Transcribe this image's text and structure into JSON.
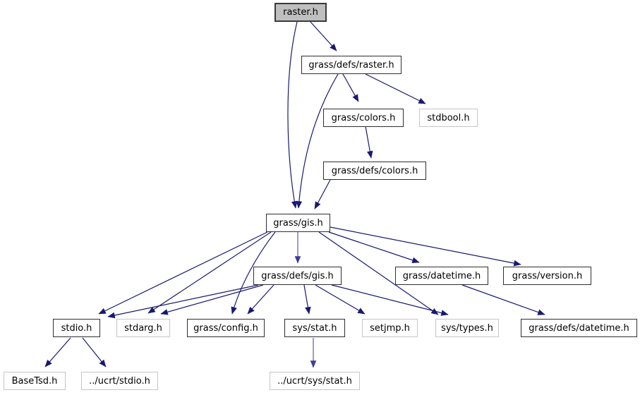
{
  "diagram": {
    "kind": "include-dependency-graph",
    "root_file": "raster.h"
  },
  "colors": {
    "edge": "#191970",
    "root_node_fill": "#bfbfbf",
    "node_fill": "#ffffff",
    "internal_node_border": "#2e2e2e",
    "external_node_border": "#c6c6c6",
    "text": "#000000",
    "background": "#ffffff"
  },
  "nodes": [
    {
      "label": "raster.h",
      "kind": "root"
    },
    {
      "label": "grass/defs/raster.h",
      "kind": "internal"
    },
    {
      "label": "grass/colors.h",
      "kind": "internal"
    },
    {
      "label": "stdbool.h",
      "kind": "external"
    },
    {
      "label": "grass/defs/colors.h",
      "kind": "internal"
    },
    {
      "label": "grass/gis.h",
      "kind": "internal"
    },
    {
      "label": "grass/defs/gis.h",
      "kind": "internal"
    },
    {
      "label": "grass/datetime.h",
      "kind": "internal"
    },
    {
      "label": "grass/version.h",
      "kind": "internal"
    },
    {
      "label": "stdio.h",
      "kind": "internal"
    },
    {
      "label": "stdarg.h",
      "kind": "external"
    },
    {
      "label": "grass/config.h",
      "kind": "internal"
    },
    {
      "label": "sys/stat.h",
      "kind": "internal"
    },
    {
      "label": "setjmp.h",
      "kind": "external"
    },
    {
      "label": "sys/types.h",
      "kind": "external"
    },
    {
      "label": "grass/defs/datetime.h",
      "kind": "internal"
    },
    {
      "label": "BaseTsd.h",
      "kind": "external"
    },
    {
      "label": "../ucrt/stdio.h",
      "kind": "external"
    },
    {
      "label": "../ucrt/sys/stat.h",
      "kind": "external"
    }
  ],
  "edges": [
    {
      "from": "raster.h",
      "to": "grass/defs/raster.h"
    },
    {
      "from": "raster.h",
      "to": "grass/gis.h"
    },
    {
      "from": "grass/defs/raster.h",
      "to": "grass/colors.h"
    },
    {
      "from": "grass/defs/raster.h",
      "to": "stdbool.h"
    },
    {
      "from": "grass/defs/raster.h",
      "to": "grass/gis.h"
    },
    {
      "from": "grass/colors.h",
      "to": "grass/defs/colors.h"
    },
    {
      "from": "grass/defs/colors.h",
      "to": "grass/gis.h"
    },
    {
      "from": "grass/gis.h",
      "to": "grass/defs/gis.h"
    },
    {
      "from": "grass/gis.h",
      "to": "stdio.h"
    },
    {
      "from": "grass/gis.h",
      "to": "stdarg.h"
    },
    {
      "from": "grass/gis.h",
      "to": "grass/config.h"
    },
    {
      "from": "grass/gis.h",
      "to": "grass/datetime.h"
    },
    {
      "from": "grass/gis.h",
      "to": "grass/version.h"
    },
    {
      "from": "grass/gis.h",
      "to": "sys/types.h"
    },
    {
      "from": "grass/defs/gis.h",
      "to": "stdio.h"
    },
    {
      "from": "grass/defs/gis.h",
      "to": "stdarg.h"
    },
    {
      "from": "grass/defs/gis.h",
      "to": "grass/config.h"
    },
    {
      "from": "grass/defs/gis.h",
      "to": "sys/stat.h"
    },
    {
      "from": "grass/defs/gis.h",
      "to": "setjmp.h"
    },
    {
      "from": "grass/defs/gis.h",
      "to": "sys/types.h"
    },
    {
      "from": "grass/datetime.h",
      "to": "grass/defs/datetime.h"
    },
    {
      "from": "stdio.h",
      "to": "BaseTsd.h"
    },
    {
      "from": "stdio.h",
      "to": "../ucrt/stdio.h"
    },
    {
      "from": "sys/stat.h",
      "to": "../ucrt/sys/stat.h"
    }
  ]
}
